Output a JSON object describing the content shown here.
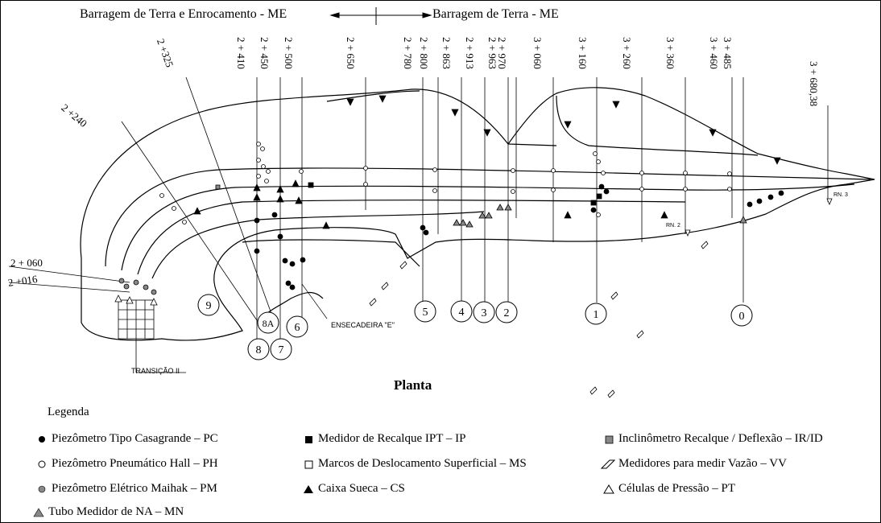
{
  "header": {
    "left_label": "Barragem de Terra e Enrocamento - ME",
    "right_label": "Barragem de Terra - ME"
  },
  "stations": [
    "2 +240",
    "2 +325",
    "2 + 410",
    "2 + 450",
    "2 + 500",
    "2 + 650",
    "2 + 780",
    "2 + 800",
    "2 + 863",
    "2 + 913",
    "2 + 963",
    "2 + 970",
    "3 + 060",
    "3 + 160",
    "3 + 260",
    "3 + 360",
    "3 + 460",
    "3 + 485",
    "3 + 680,38",
    "2 + 060",
    "2 +016"
  ],
  "sections": [
    "9",
    "8A",
    "8",
    "7",
    "6",
    "5",
    "4",
    "3",
    "2",
    "1",
    "0"
  ],
  "plan_labels": {
    "ensecadeira": "ENSECADEIRA \"E\"",
    "transicao": "TRANSIÇÃO II",
    "rn2": "RN. 2",
    "rn3": "RN. 3"
  },
  "title": "Planta",
  "legend": {
    "title": "Legenda",
    "items": [
      {
        "label": "Piezômetro Tipo Casagrande – PC",
        "icon": "filled-circle-icon"
      },
      {
        "label": "Medidor de Recalque IPT – IP",
        "icon": "filled-square-icon"
      },
      {
        "label": "Inclinômetro Recalque / Deflexão – IR/ID",
        "icon": "gray-square-icon"
      },
      {
        "label": "Piezômetro Pneumático Hall – PH",
        "icon": "open-circle-icon"
      },
      {
        "label": "Marcos de Deslocamento Superficial – MS",
        "icon": "open-square-icon"
      },
      {
        "label": "Medidores para medir Vazão – VV",
        "icon": "parallelogram-icon"
      },
      {
        "label": "Piezômetro Elétrico Maihak – PM",
        "icon": "gray-circle-icon"
      },
      {
        "label": "Caixa Sueca – CS",
        "icon": "filled-triangle-icon"
      },
      {
        "label": "Células de Pressão – PT",
        "icon": "open-triangle-icon"
      },
      {
        "label": "Tubo Medidor de NA – MN",
        "icon": "gray-triangle-icon"
      }
    ]
  }
}
